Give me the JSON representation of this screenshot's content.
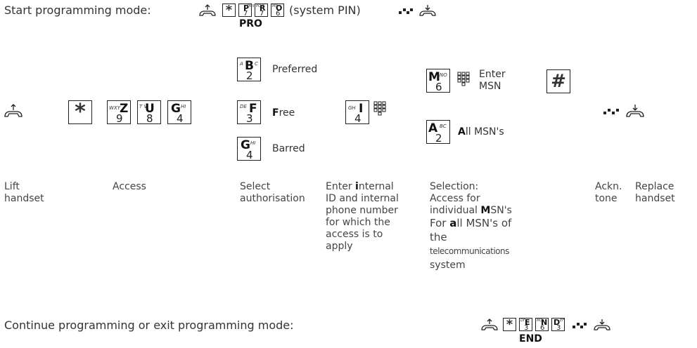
{
  "header": {
    "start_label": "Start programming mode:",
    "keys": [
      {
        "symbol": "*"
      },
      {
        "letter": "P",
        "sub": "QRS",
        "digit": "7"
      },
      {
        "letter": "R",
        "sub": "PQ S",
        "digit": "7"
      },
      {
        "letter": "O",
        "sub": "MN",
        "digit": "6"
      }
    ],
    "pin_label": "(system PIN)",
    "code_label": "PRO"
  },
  "main": {
    "access_keys": [
      {
        "symbol": "*"
      },
      {
        "letter": "Z",
        "sub": "WXY",
        "digit": "9"
      },
      {
        "letter": "U",
        "sub": "T  V",
        "digit": "8"
      },
      {
        "letter": "G",
        "sub": "HI",
        "digit": "4"
      }
    ],
    "authorisations": [
      {
        "letter": "B",
        "sub_left": "A",
        "sub_right": "C",
        "digit": "2",
        "label_bold": "",
        "label": "Preferred"
      },
      {
        "letter": "F",
        "sub_left": "DE",
        "sub_right": "",
        "digit": "3",
        "label_bold": "F",
        "label": "ree"
      },
      {
        "letter": "G",
        "sub_left": "",
        "sub_right": "HI",
        "digit": "4",
        "label_bold": "",
        "label": "Barred"
      }
    ],
    "id_key": {
      "letter": "I",
      "sub": "GH",
      "digit": "4"
    },
    "msn_key": {
      "letter": "M",
      "sub": "NO",
      "digit": "6"
    },
    "enter_msn_label": "Enter\nMSN",
    "all_key": {
      "letter": "A",
      "sub": "BC",
      "digit": "2"
    },
    "all_msns_bold": "A",
    "all_msns_rest": "ll MSN's",
    "hash_symbol": "#"
  },
  "steps": {
    "lift": "Lift\nhandset",
    "access": "Access",
    "select": "Select\nauthorisation",
    "enter_pre": "Enter ",
    "enter_bold": "i",
    "enter_post": "nternal\nID and internal\nphone number\nfor which the\naccess is to\napply",
    "selection_line1": "Selection:",
    "selection_line2": "Access for",
    "selection_pre": "individual ",
    "selection_bold": "M",
    "selection_post": "SN's",
    "for_pre": "For ",
    "for_bold": "a",
    "for_post": "ll MSN's of",
    "the": "the",
    "telecom": "telecommunications",
    "system": "system",
    "ackn": "Ackn.\ntone",
    "replace": "Replace\nhandset"
  },
  "footer": {
    "label": "Continue programming or exit programming mode:",
    "keys": [
      {
        "symbol": "*"
      },
      {
        "letter": "E",
        "sub": "DF",
        "digit": "3"
      },
      {
        "letter": "N",
        "sub": "MO",
        "digit": "6"
      },
      {
        "letter": "D",
        "sub": "EF",
        "digit": "3"
      }
    ],
    "code_label": "END"
  },
  "colors": {
    "text": "#333333",
    "border": "#222222"
  }
}
